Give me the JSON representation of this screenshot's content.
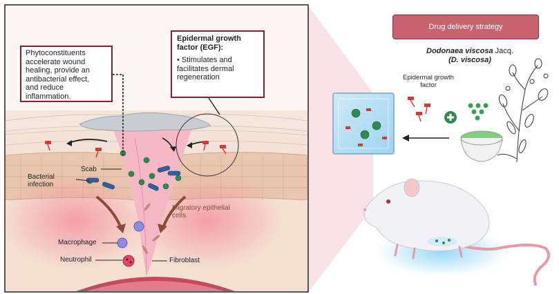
{
  "left_panel": {
    "phyto_box": {
      "lines": [
        "Phytoconstituents",
        "accelerate wound",
        "healing, provide an",
        "antibacterial effect,",
        "and reduce",
        "inflammation."
      ]
    },
    "egf_box": {
      "title_lines": [
        "Epidermal growth",
        "factor (EGF):"
      ],
      "body_lines": [
        "• Stimulates and",
        "facilitates dermal",
        "regeneration"
      ]
    },
    "labels": {
      "scab": "Scab",
      "bacterial_infection": [
        "Bacterial",
        "infection"
      ],
      "migratory_cells": [
        "Migratory epithelial",
        "cells"
      ],
      "macrophage": "Macrophage",
      "neutrophil": "Neutrophil",
      "fibroblast": "Fibroblast"
    }
  },
  "right_panel": {
    "strategy_title": "Drug delivery strategy",
    "species_name": "Dodonaea viscosa",
    "species_author": "Jacq.",
    "species_abbrev": "(D. viscosa)",
    "egf_label": [
      "Epidermal growth",
      "factor"
    ]
  },
  "colors": {
    "frame_border": "#222222",
    "box_border": "#7a2235",
    "banner_fill": "#c8626f",
    "skin_light": "#f6dcc8",
    "wound_pink": "#f7b8c6",
    "particle_green": "#2e8b4f",
    "bacteria_blue": "#2f5f9e"
  }
}
